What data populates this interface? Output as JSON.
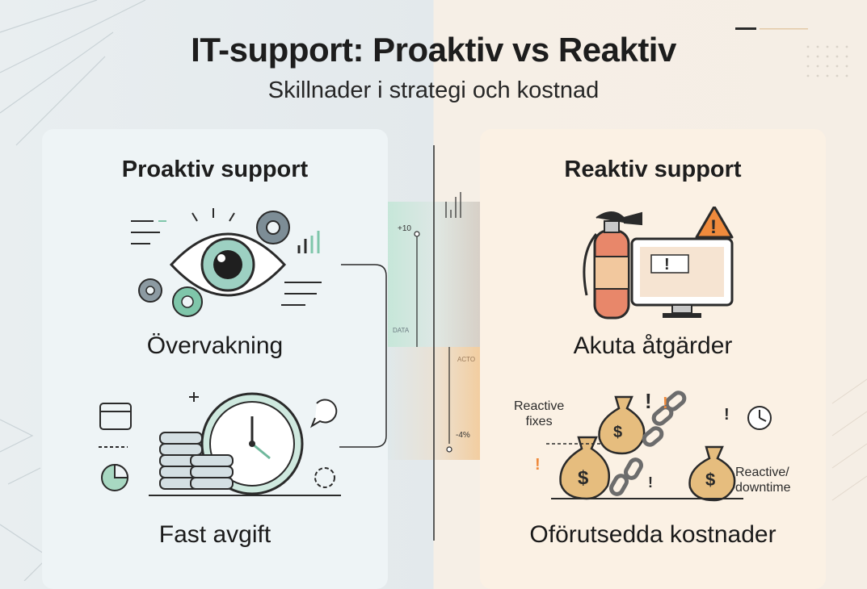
{
  "header": {
    "title": "IT-support: Proaktiv vs Reaktiv",
    "subtitle": "Skillnader i strategi och kostnad"
  },
  "left_panel": {
    "heading": "Proaktiv support",
    "features": [
      {
        "label": "Övervakning",
        "icon": "eye-monitoring-icon"
      },
      {
        "label": "Fast avgift",
        "icon": "clock-and-coins-icon"
      }
    ]
  },
  "right_panel": {
    "heading": "Reaktiv support",
    "features": [
      {
        "label": "Akuta åtgärder",
        "icon": "fire-extinguisher-warning-icon"
      },
      {
        "label": "Oförutsedda kostnader",
        "icon": "money-bags-broken-chain-icon"
      }
    ],
    "notes": {
      "reactive_fixes": "Reactive\nfixes",
      "reactive_downtime": "Reactive/\ndowntime"
    }
  },
  "center": {
    "plus_label": "+10",
    "data_label": "DATA",
    "acto_label": "ACTO",
    "minus_label": "-4%"
  },
  "colors": {
    "proactive_accent": "#7fc6aa",
    "reactive_accent": "#e8a36c",
    "warning_orange": "#ef8a3c",
    "money_bag": "#e6bd7e"
  }
}
